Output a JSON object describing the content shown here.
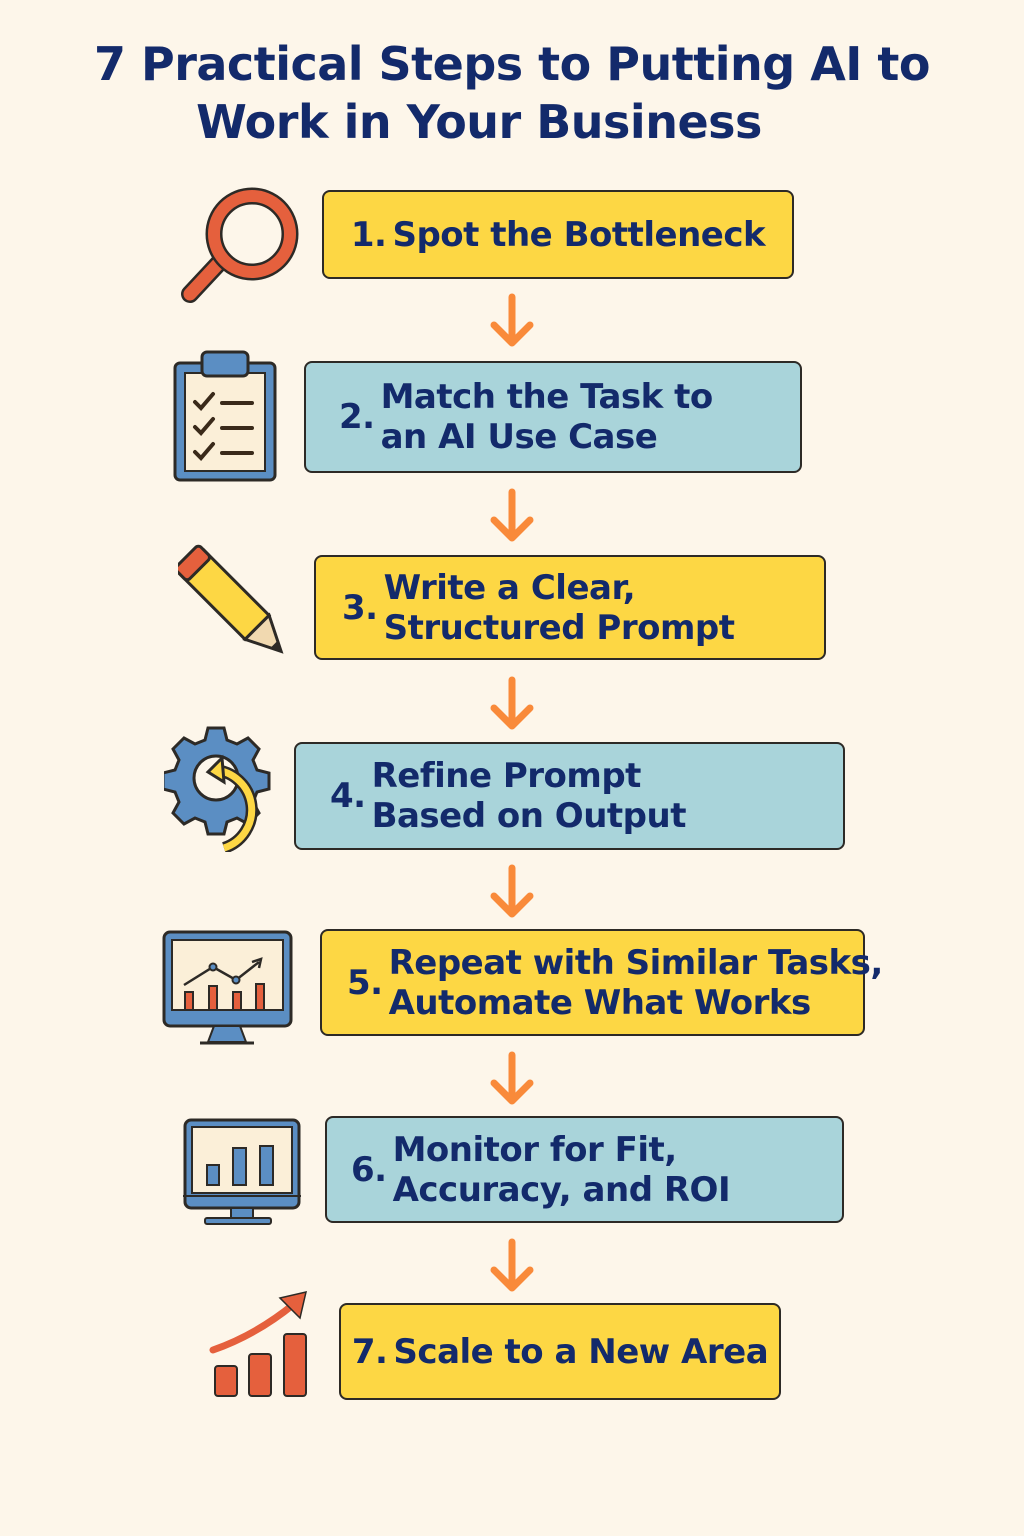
{
  "title": {
    "line1": "7 Practical Steps to Putting AI to",
    "line2": "Work in Your Business"
  },
  "colors": {
    "background": "#fdf6ea",
    "yellow": "#fdd744",
    "blue": "#a9d4da",
    "arrow": "#f98a3a",
    "text": "#132a6b"
  },
  "steps": [
    {
      "num": "1.",
      "line1": "Spot the Bottleneck",
      "icon": "magnifier-icon"
    },
    {
      "num": "2.",
      "line1": "Match the Task to",
      "line2": "an AI Use Case",
      "icon": "clipboard-checklist-icon"
    },
    {
      "num": "3.",
      "line1": "Write a Clear,",
      "line2": "Structured Prompt",
      "icon": "pencil-icon"
    },
    {
      "num": "4.",
      "line1": "Refine Prompt",
      "line2": "Based on Output",
      "icon": "gear-refresh-icon"
    },
    {
      "num": "5.",
      "line1": "Repeat with Similar Tasks,",
      "line2": "Automate What Works",
      "icon": "monitor-line-chart-icon"
    },
    {
      "num": "6.",
      "line1": "Monitor for Fit,",
      "line2": "Accuracy, and ROI",
      "icon": "monitor-bar-chart-icon"
    },
    {
      "num": "7.",
      "line1": "Scale to a New Area",
      "icon": "growth-chart-icon"
    }
  ]
}
